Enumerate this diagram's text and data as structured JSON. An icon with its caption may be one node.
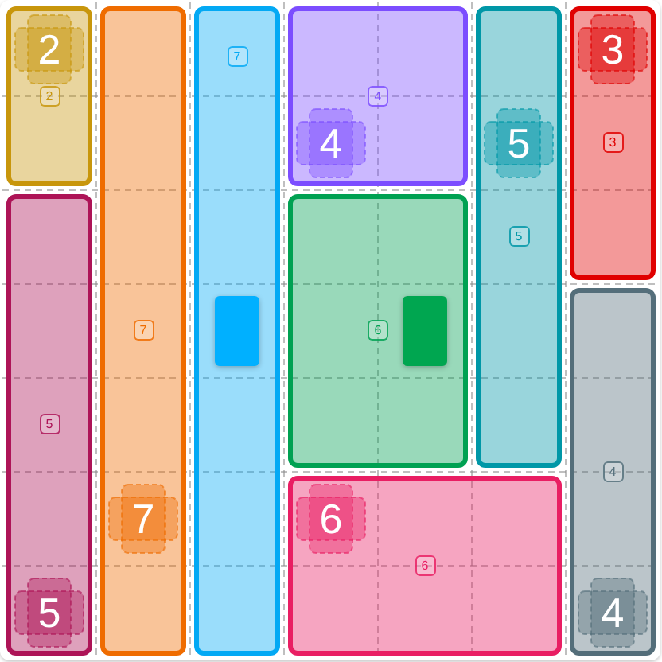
{
  "diagram": {
    "nodes": [
      {
        "text": [
          "2",
          "2"
        ]
      },
      {
        "text": [
          "7",
          "7"
        ]
      },
      {
        "text": [
          "7"
        ]
      },
      {
        "text": [
          "4",
          "4"
        ]
      },
      {
        "text": [
          "5",
          "5"
        ]
      },
      {
        "text": [
          "3",
          "3"
        ]
      },
      {
        "text": [
          "5",
          "5"
        ]
      },
      {
        "text": [
          "6"
        ]
      },
      {
        "text": [
          "4",
          "4"
        ]
      },
      {
        "text": [],
        "shape": "box",
        "in": 2
      },
      {
        "text": [],
        "shape": "box",
        "in": 7
      },
      {
        "text": [
          "6",
          "6"
        ]
      }
    ]
  }
}
